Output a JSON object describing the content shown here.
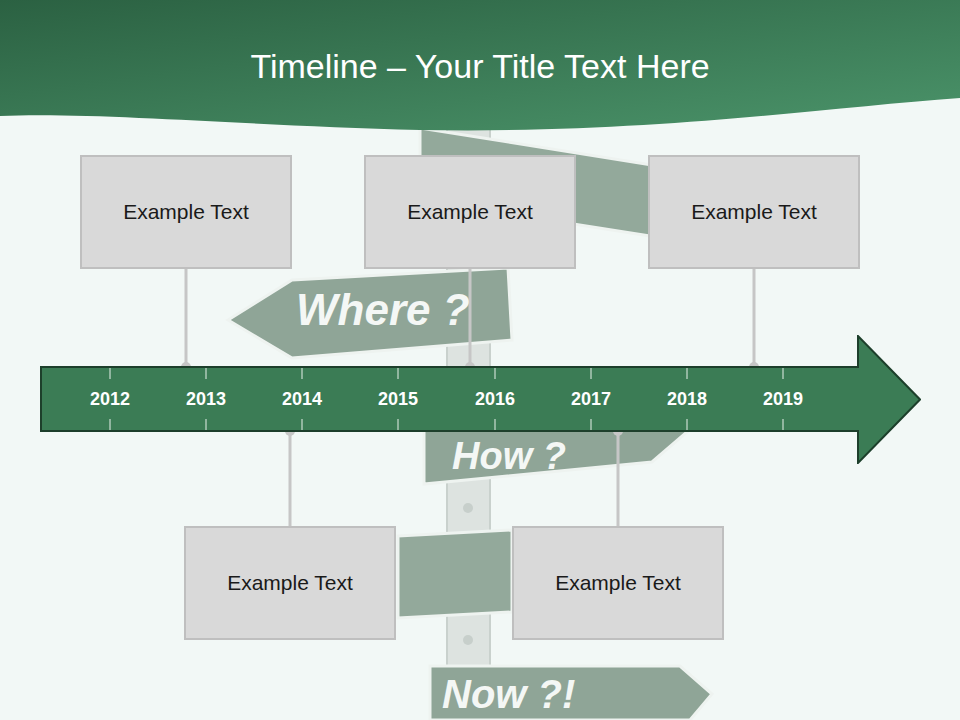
{
  "diagram": {
    "title": "Timeline – Your Title Text Here",
    "nodes": [
      {
        "text": [
          "Example Text"
        ]
      },
      {
        "text": [
          "Example Text"
        ]
      },
      {
        "text": [
          "Example Text"
        ]
      },
      {
        "text": [
          "2012",
          "2013",
          "2014",
          "2015",
          "2016",
          "2017",
          "2018",
          "2019"
        ]
      },
      {
        "text": [
          "Example Text"
        ]
      },
      {
        "text": [
          "Example Text"
        ]
      }
    ],
    "edges": [
      {
        "from": 0,
        "to": 3,
        "arrow": "none"
      },
      {
        "from": 1,
        "to": 3,
        "arrow": "none"
      },
      {
        "from": 2,
        "to": 3,
        "arrow": "none"
      },
      {
        "from": 4,
        "to": 3,
        "arrow": "none"
      },
      {
        "from": 5,
        "to": 3,
        "arrow": "none"
      }
    ],
    "labels": [
      "Where ?",
      "How ?",
      "Now ?!"
    ]
  }
}
